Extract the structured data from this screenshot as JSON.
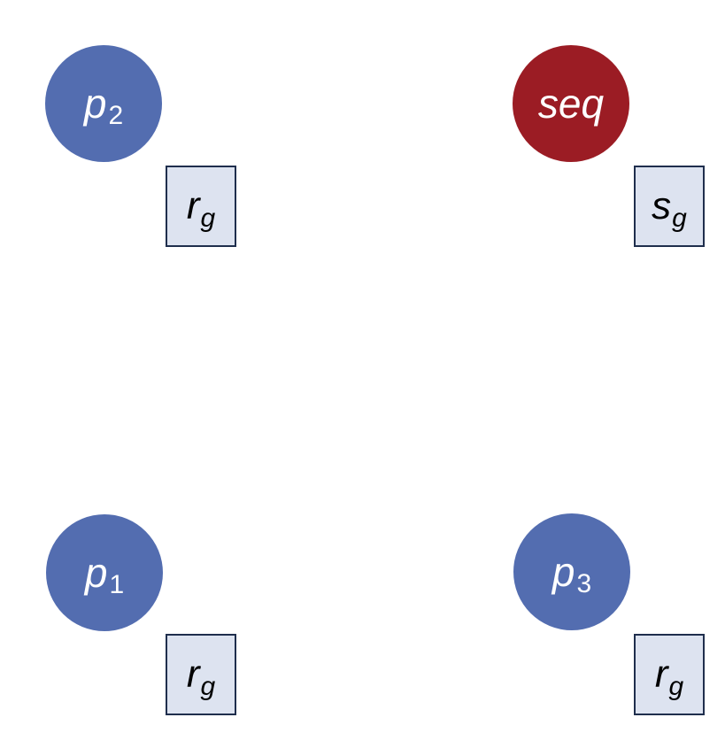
{
  "colors": {
    "process_fill": "#536db0",
    "sequencer_fill": "#9b1c24",
    "register_fill": "#dde3f0",
    "register_border": "#1f2e4d"
  },
  "nodes": {
    "p2": {
      "base": "p",
      "sub": "2",
      "color": "#536db0"
    },
    "seq": {
      "base": "seq",
      "sub": "",
      "color": "#9b1c24"
    },
    "p1": {
      "base": "p",
      "sub": "1",
      "color": "#536db0"
    },
    "p3": {
      "base": "p",
      "sub": "3",
      "color": "#536db0"
    }
  },
  "registers": {
    "p2": {
      "base": "r",
      "sub": "g"
    },
    "seq": {
      "base": "s",
      "sub": "g"
    },
    "p1": {
      "base": "r",
      "sub": "g"
    },
    "p3": {
      "base": "r",
      "sub": "g"
    }
  }
}
